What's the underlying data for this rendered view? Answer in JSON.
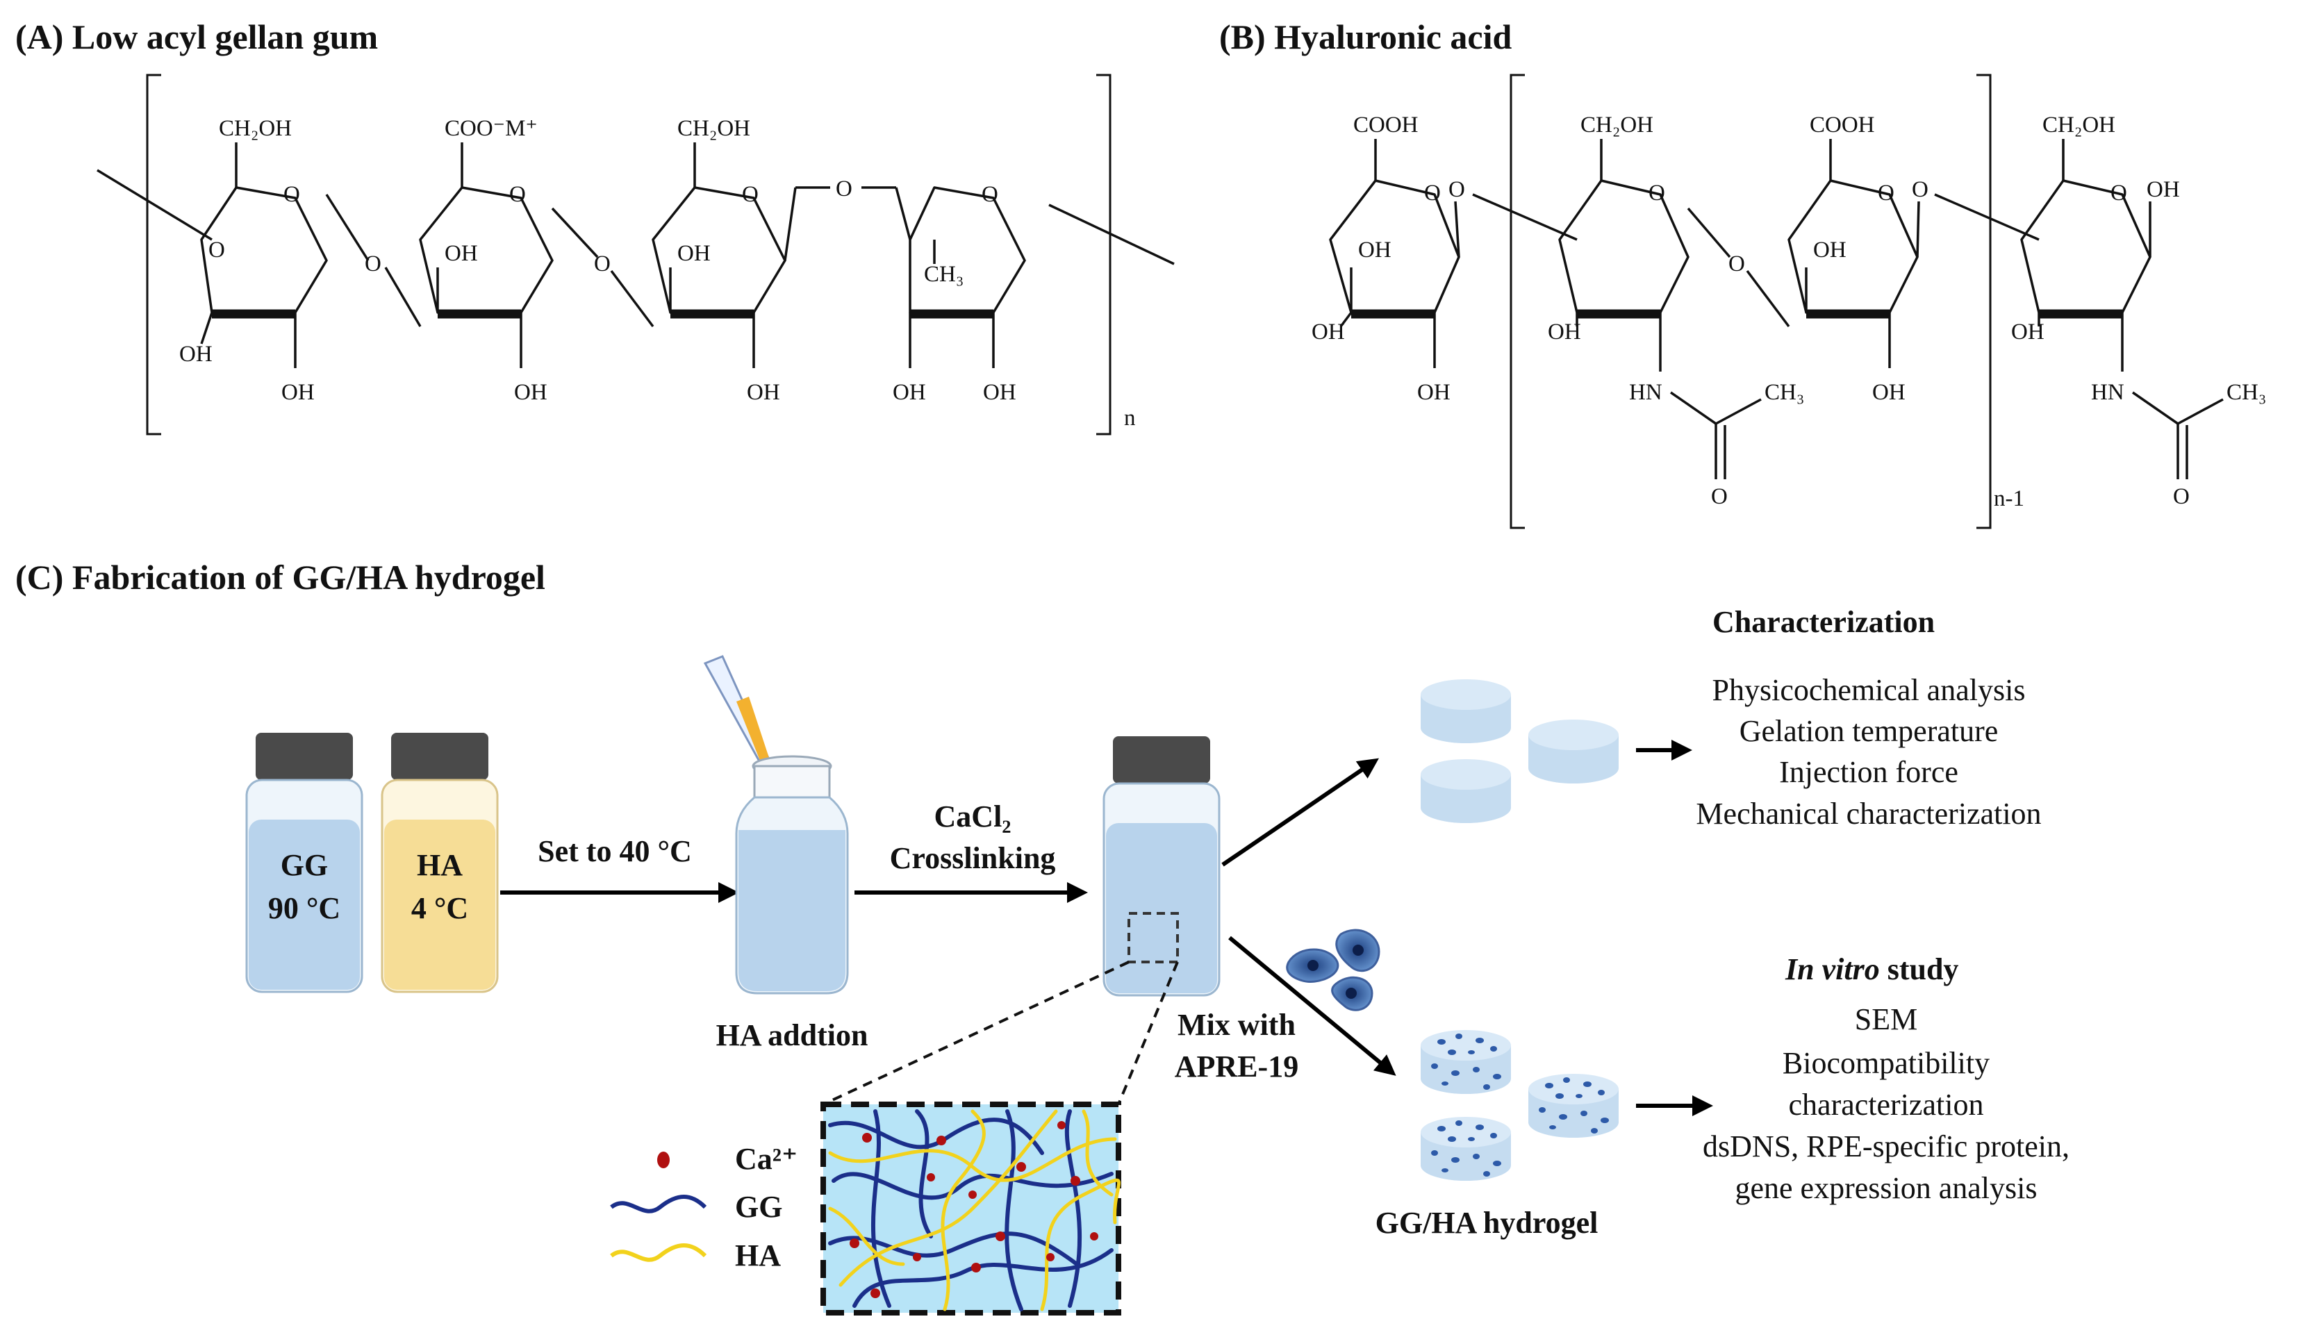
{
  "panels": {
    "a_title": "(A) Low acyl gellan gum",
    "b_title": "(B) Hyaluronic acid",
    "c_title": "(C) Fabrication of GG/HA hydrogel"
  },
  "gellan": {
    "ch2oh": "CH₂OH",
    "coo": "COO⁻M⁺",
    "o": "O",
    "oh": "OH",
    "ch3": "CH₃",
    "repeat": "n"
  },
  "hyaluronic": {
    "cooh": "COOH",
    "ch2oh": "CH₂OH",
    "o": "O",
    "oh": "OH",
    "hn": "HN",
    "ch3": "CH₃",
    "repeat": "n-1"
  },
  "vials": {
    "gg_name": "GG",
    "gg_temp": "90 °C",
    "ha_name": "HA",
    "ha_temp": "4 °C",
    "gg_color": "#b8d3ec",
    "ha_color": "#f6dd96",
    "cap_color": "#4a4a4a"
  },
  "steps": {
    "set_temp": "Set to 40 °C",
    "ha_addition": "HA addtion",
    "cacl2": "CaCl₂",
    "crosslinking": "Crosslinking",
    "mix_line1": "Mix with",
    "mix_line2": "APRE-19"
  },
  "legend": {
    "ca": "Ca²⁺",
    "gg": "GG",
    "ha": "HA",
    "ca_color": "#b01010",
    "gg_color": "#1b2f8a",
    "ha_color": "#f2d21c",
    "network_bg": "#b7e4f7"
  },
  "characterization": {
    "title": "Characterization",
    "items": [
      "Physicochemical analysis",
      "Gelation temperature",
      "Injection force",
      "Mechanical characterization"
    ]
  },
  "invitro": {
    "title_italic": "In vitro",
    "title_rest": " study",
    "items": [
      "SEM",
      "Biocompatibility",
      "characterization",
      "dsDNS, RPE-specific protein,",
      "gene expression analysis"
    ]
  },
  "hydrogel_label": "GG/HA hydrogel"
}
